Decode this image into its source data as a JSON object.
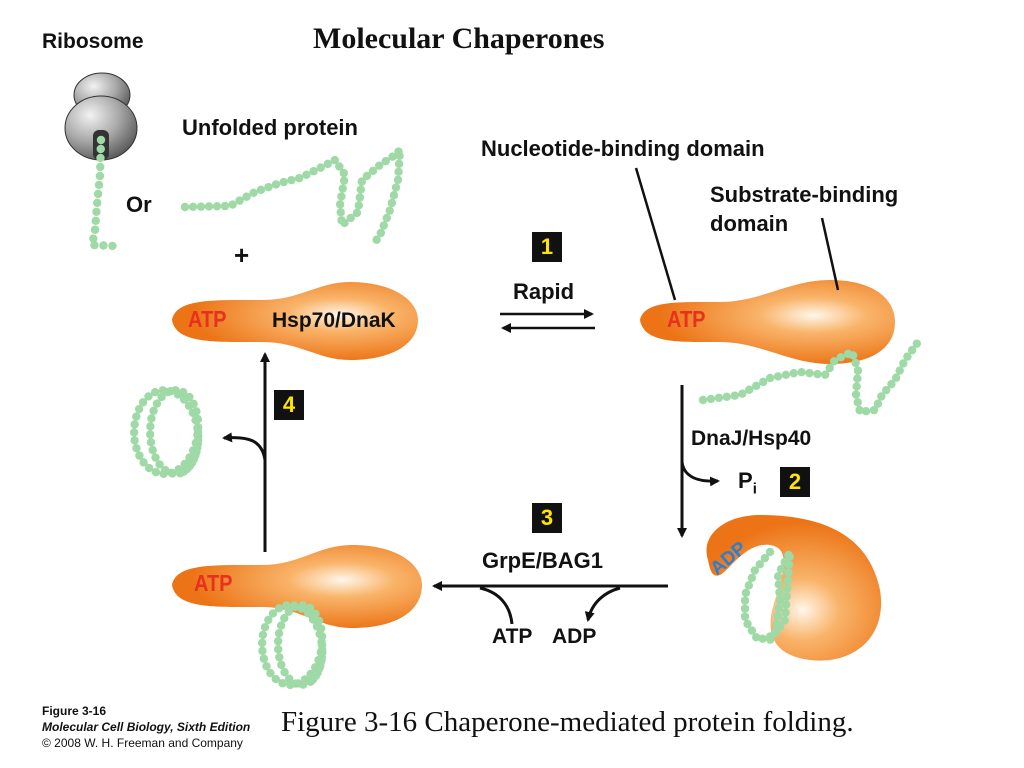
{
  "title": "Molecular Chaperones",
  "labels": {
    "ribosome": "Ribosome",
    "unfolded_protein": "Unfolded protein",
    "or": "Or",
    "plus": "+",
    "nucleotide_binding_domain": "Nucleotide-binding domain",
    "substrate_binding_domain_line1": "Substrate-binding",
    "substrate_binding_domain_line2": "domain",
    "hsp70": "Hsp70/DnaK",
    "rapid": "Rapid",
    "dnaj": "DnaJ/Hsp40",
    "pi_main": "P",
    "pi_sub": "i",
    "grpe": "GrpE/BAG1",
    "atp_release": "ATP",
    "adp_release": "ADP"
  },
  "badges": {
    "step1": "1",
    "step2": "2",
    "step3": "3",
    "step4": "4"
  },
  "domain_labels": {
    "atp": "ATP",
    "adp": "ADP"
  },
  "caption": {
    "main": "Figure 3-16   Chaperone-mediated protein folding.",
    "fig_number": "Figure 3-16",
    "book": "Molecular Cell Biology, Sixth Edition",
    "copyright": "© 2008 W. H. Freeman and Company"
  },
  "colors": {
    "protein_orange": "#f07f1c",
    "protein_highlight": "#fde8cf",
    "atp_red": "#e8301f",
    "adp_blue": "#2a7fd0",
    "bead_green": "#9ed9a6",
    "badge_yellow": "#ffe600"
  }
}
